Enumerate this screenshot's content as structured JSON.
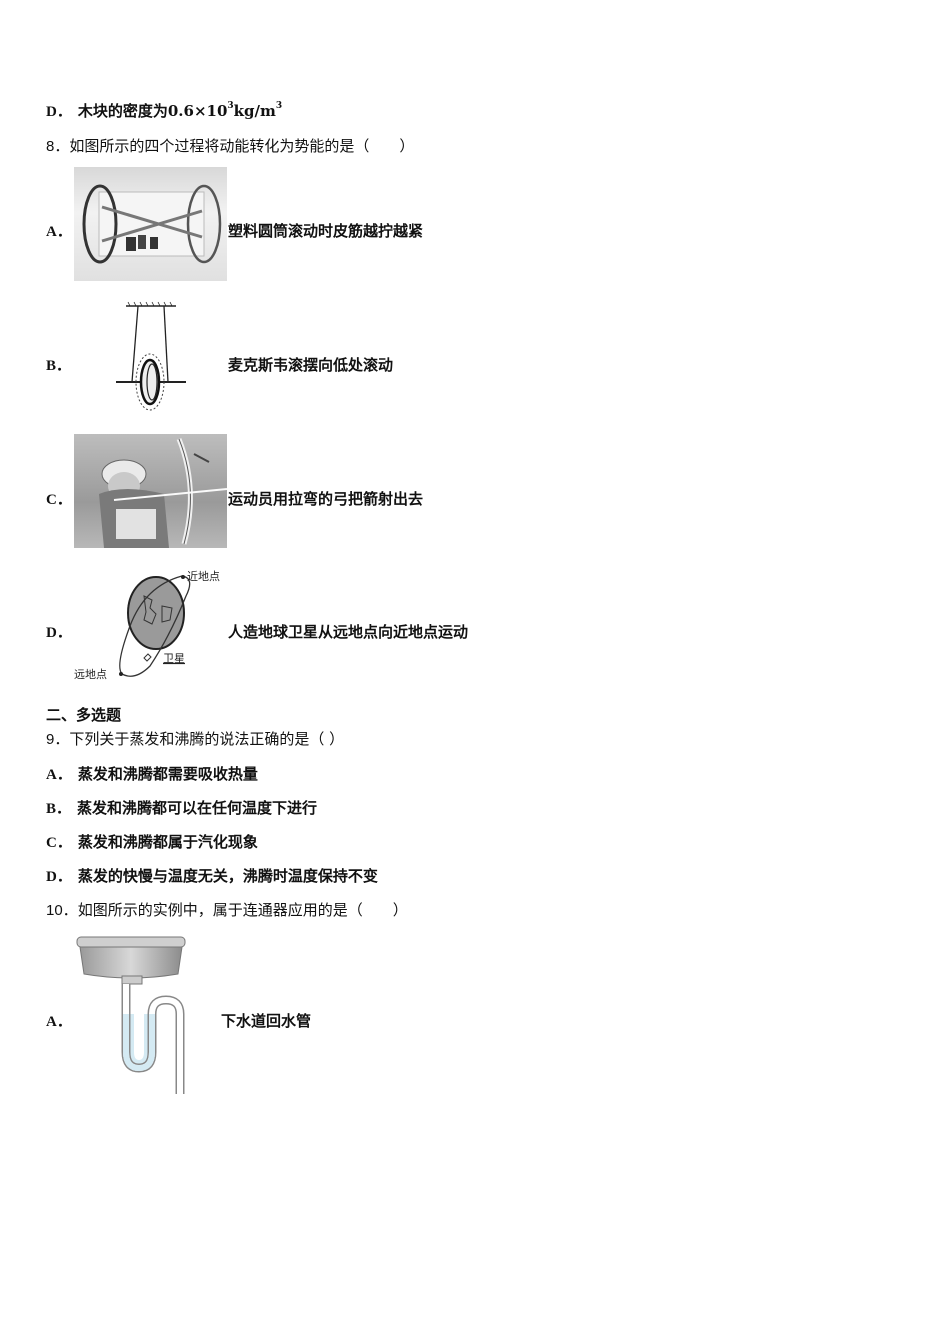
{
  "q7_tail": {
    "label": "D．",
    "text_before": "木块的密度为0.6×10",
    "sup": "3",
    "text_after": "kg/m",
    "sup2": "3"
  },
  "q8": {
    "number": "8．",
    "stem": "如图所示的四个过程将动能转化为势能的是（　　）",
    "options": [
      {
        "label": "A．",
        "text": "塑料圆筒滚动时皮筋越拧越紧",
        "figure": "rolling-plastic-cylinder-photo"
      },
      {
        "label": "B．",
        "text": "麦克斯韦滚摆向低处滚动",
        "figure": "maxwell-pendulum-diagram"
      },
      {
        "label": "C．",
        "text": "运动员用拉弯的弓把箭射出去",
        "figure": "archer-photo"
      },
      {
        "label": "D．",
        "text": "人造地球卫星从远地点向近地点运动",
        "figure": "satellite-orbit-diagram",
        "figure_labels": {
          "perigee": "近地点",
          "apogee": "远地点",
          "satellite": "卫星"
        }
      }
    ]
  },
  "section2": {
    "title": "二、多选题"
  },
  "q9": {
    "number": "9．",
    "stem": "下列关于蒸发和沸腾的说法正确的是（  ）",
    "options": [
      {
        "label": "A．",
        "text": "蒸发和沸腾都需要吸收热量"
      },
      {
        "label": "B．",
        "text": "蒸发和沸腾都可以在任何温度下进行"
      },
      {
        "label": "C．",
        "text": "蒸发和沸腾都属于汽化现象"
      },
      {
        "label": "D．",
        "text": "蒸发的快慢与温度无关，沸腾时温度保持不变"
      }
    ]
  },
  "q10": {
    "number": "10．",
    "stem": "如图所示的实例中，属于连通器应用的是（　　）",
    "options": [
      {
        "label": "A．",
        "text": "下水道回水管",
        "figure": "sink-drain-trap-diagram"
      }
    ]
  },
  "colors": {
    "text": "#111111",
    "water": "#cfe6f0",
    "pipe": "#8a8a8a"
  }
}
